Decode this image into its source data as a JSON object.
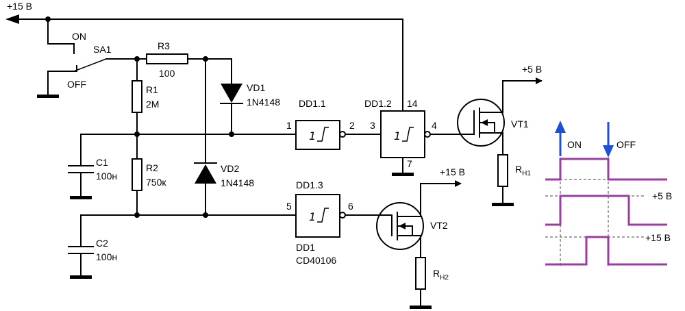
{
  "colors": {
    "wire": "#000000",
    "waveform": "#9b3ba4",
    "arrow": "#1f4fd6"
  },
  "supply": {
    "main": "+15 В"
  },
  "switch": {
    "name": "SA1",
    "on": "ON",
    "off": "OFF"
  },
  "r3": {
    "ref": "R3",
    "value": "100"
  },
  "r1": {
    "ref": "R1",
    "value": "2M"
  },
  "r2": {
    "ref": "R2",
    "value": "750к"
  },
  "c1": {
    "ref": "C1",
    "value": "100н"
  },
  "c2": {
    "ref": "C2",
    "value": "100н"
  },
  "vd1": {
    "ref": "VD1",
    "value": "1N4148"
  },
  "vd2": {
    "ref": "VD2",
    "value": "1N4148"
  },
  "dd11": {
    "ref": "DD1.1",
    "in": "1",
    "out": "2"
  },
  "dd12": {
    "ref": "DD1.2",
    "in": "3",
    "out": "4",
    "vcc": "14",
    "gnd": "7"
  },
  "dd13": {
    "ref": "DD1.3",
    "in": "5",
    "out": "6"
  },
  "chip": {
    "ref": "DD1",
    "part": "CD40106"
  },
  "vt1": {
    "ref": "VT1",
    "supply": "+5 В"
  },
  "vt2": {
    "ref": "VT2",
    "supply": "+15 В"
  },
  "rh1": {
    "ref": "R",
    "sub": "H1"
  },
  "rh2": {
    "ref": "R",
    "sub": "H2"
  },
  "timing": {
    "on_label": "ON",
    "off_label": "OFF",
    "rail_5": "+5 В",
    "rail_15": "+15 В"
  }
}
